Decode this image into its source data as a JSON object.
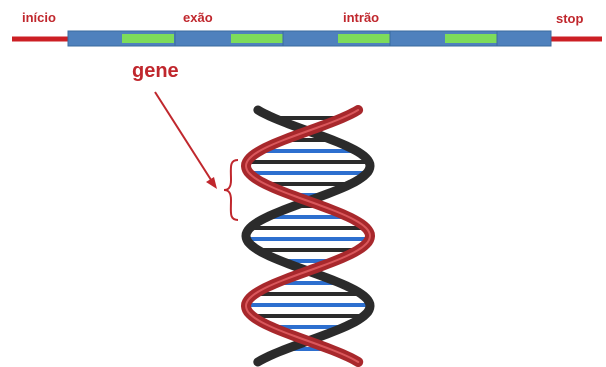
{
  "labels": {
    "start": "início",
    "exon": "exão",
    "intron": "intrão",
    "stop": "stop",
    "gene": "gene"
  },
  "colors": {
    "flank": "#cc1f24",
    "intron": "#4f81bd",
    "exon": "#7ddc5a",
    "helix_backbone": "#a8282c",
    "helix_back": "#2b2b2b",
    "base_pair": "#2d6fcf",
    "annotation": "#c0272d"
  },
  "gene_bar": {
    "segments": [
      "intron",
      "exon",
      "intron",
      "exon",
      "intron",
      "exon",
      "intron",
      "exon",
      "intron"
    ]
  },
  "icons": [
    "dna-double-helix",
    "curly-bracket",
    "pointer-arrow"
  ]
}
